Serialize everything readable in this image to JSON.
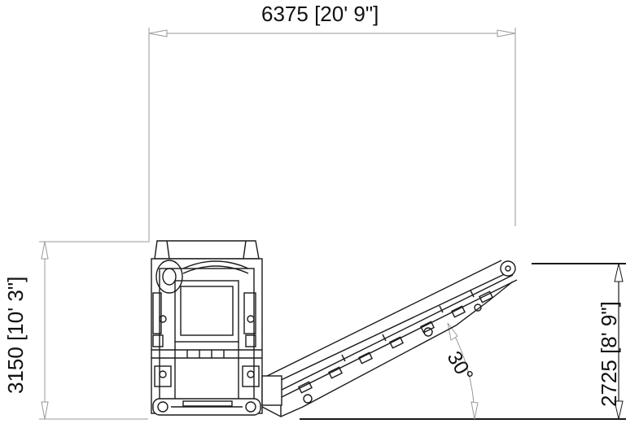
{
  "drawing": {
    "subject": "tracked-screen-side-elevation",
    "overall_length_label": "6375 [20' 9\"]",
    "overall_height_label": "3150 [10' 3\"]",
    "discharge_height_label": "2725 [8' 9\"]",
    "conveyor_angle_label": "30°"
  },
  "colors": {
    "line": "#1a1a1a",
    "dim_line": "#9a9a9a",
    "background": "#ffffff"
  }
}
